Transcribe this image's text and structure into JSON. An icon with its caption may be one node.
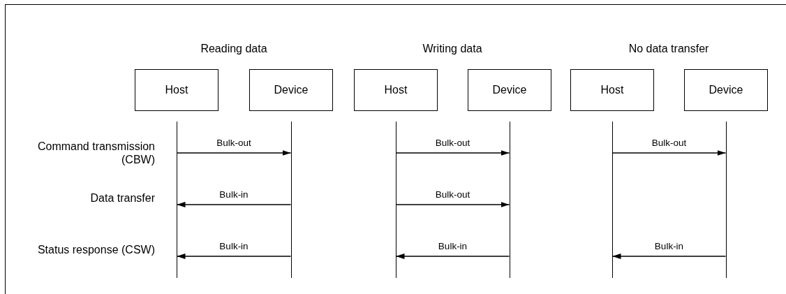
{
  "diagram": {
    "nodes": [
      {
        "text": [
          "Host"
        ]
      },
      {
        "text": [
          "Device"
        ]
      },
      {
        "text": [
          "Host"
        ]
      },
      {
        "text": [
          "Device"
        ]
      },
      {
        "text": [
          "Host"
        ]
      },
      {
        "text": [
          "Device"
        ]
      },
      {
        "text": [],
        "shape": "line"
      },
      {
        "text": [],
        "shape": "line"
      },
      {
        "text": [],
        "shape": "line"
      },
      {
        "text": [],
        "shape": "line"
      },
      {
        "text": [],
        "shape": "line"
      },
      {
        "text": [],
        "shape": "line"
      }
    ],
    "edges": [
      {
        "from": 6,
        "to": 7,
        "arrow": "to",
        "label": "Bulk-out"
      },
      {
        "from": 7,
        "to": 6,
        "arrow": "to",
        "label": "Bulk-in"
      },
      {
        "from": 7,
        "to": 6,
        "arrow": "to",
        "label": "Bulk-in"
      },
      {
        "from": 8,
        "to": 9,
        "arrow": "to",
        "label": "Bulk-out"
      },
      {
        "from": 8,
        "to": 9,
        "arrow": "to",
        "label": "Bulk-out"
      },
      {
        "from": 9,
        "to": 8,
        "arrow": "to",
        "label": "Bulk-in"
      },
      {
        "from": 10,
        "to": 11,
        "arrow": "to",
        "label": "Bulk-out"
      },
      {
        "from": 11,
        "to": 10,
        "arrow": "to",
        "label": "Bulk-in"
      }
    ],
    "labels": [
      "Reading data",
      "Writing data",
      "No data transfer",
      "Command transmission (CBW)",
      "Data transfer",
      "Status response (CSW)"
    ]
  }
}
